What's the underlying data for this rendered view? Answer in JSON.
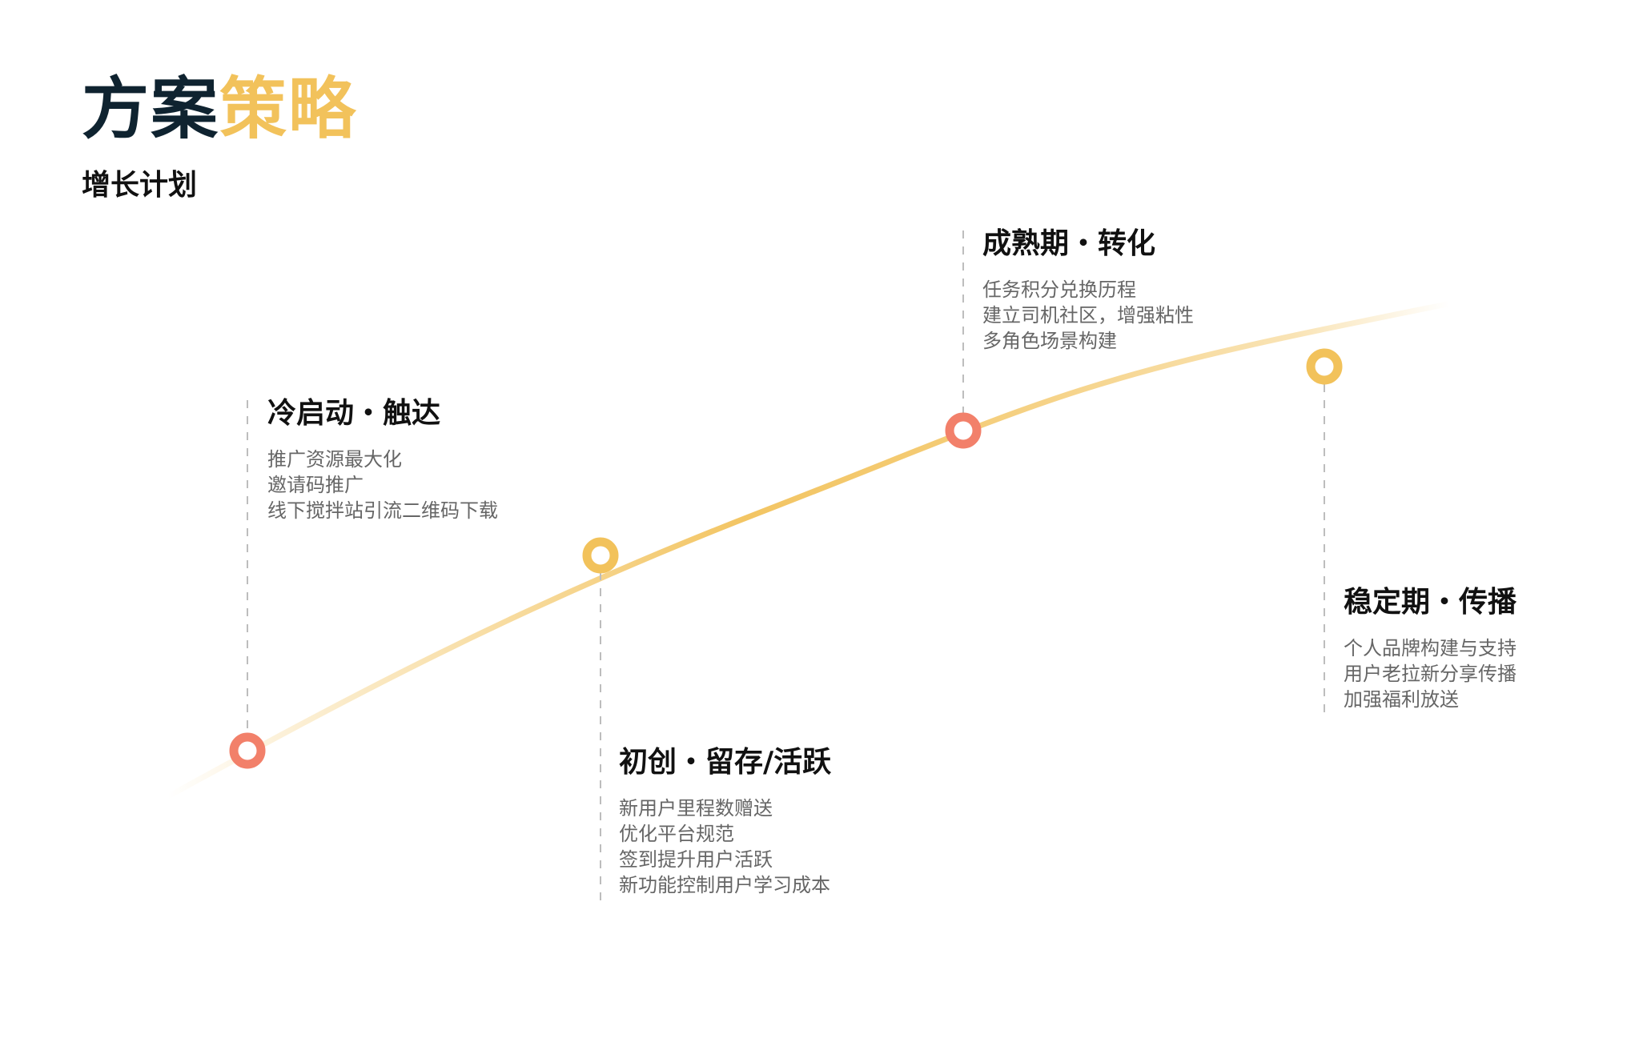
{
  "header": {
    "title_main": "方案",
    "title_accent": "策略",
    "subtitle": "增长计划"
  },
  "colors": {
    "accent": "#f2c25b",
    "node_red": "#f2806a",
    "node_yellow": "#f2c25b",
    "dash": "#bdbdbd",
    "curve": "#f2c25b"
  },
  "stages": [
    {
      "title": "冷启动・触达",
      "items": [
        "推广资源最大化",
        "邀请码推广",
        "线下搅拌站引流二维码下载"
      ]
    },
    {
      "title": "初创・留存/活跃",
      "items": [
        "新用户里程数赠送",
        "优化平台规范",
        "签到提升用户活跃",
        "新功能控制用户学习成本"
      ]
    },
    {
      "title": "成熟期・转化",
      "items": [
        "任务积分兑换历程",
        "建立司机社区，增强粘性",
        "多角色场景构建"
      ]
    },
    {
      "title": "稳定期・传播",
      "items": [
        "个人品牌构建与支持",
        "用户老拉新分享传播",
        "加强福利放送"
      ]
    }
  ]
}
